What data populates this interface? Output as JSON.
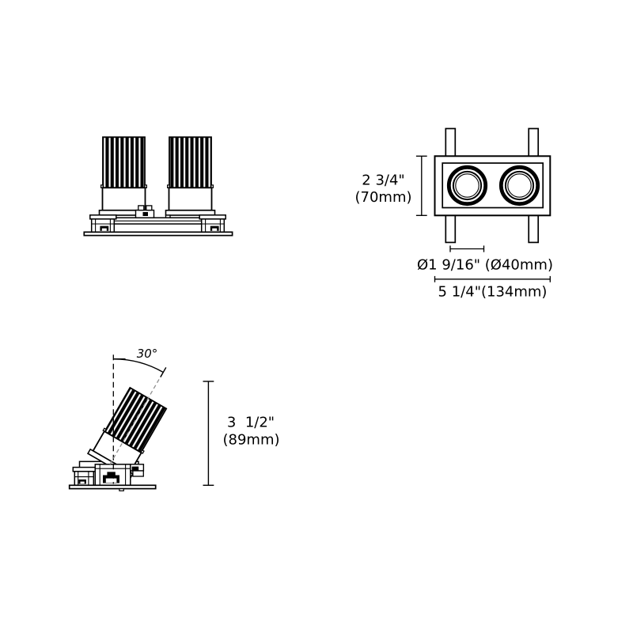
{
  "page": {
    "background": "#ffffff",
    "line_color": "#000000",
    "kind": "technical-dimension-drawing"
  },
  "views": {
    "top": {
      "height_dim": {
        "line1": "2 3/4\"",
        "line2": "(70mm)"
      },
      "aperture_dim": "Ø1 9/16\" (Ø40mm)",
      "width_dim": "5 1/4\"(134mm)"
    },
    "side_tilted": {
      "angle_dim": "30°",
      "height_dim": {
        "line1": "3  1/2\"",
        "line2": "(89mm)"
      },
      "tilt_axis_color": "#8f8f8f"
    }
  }
}
